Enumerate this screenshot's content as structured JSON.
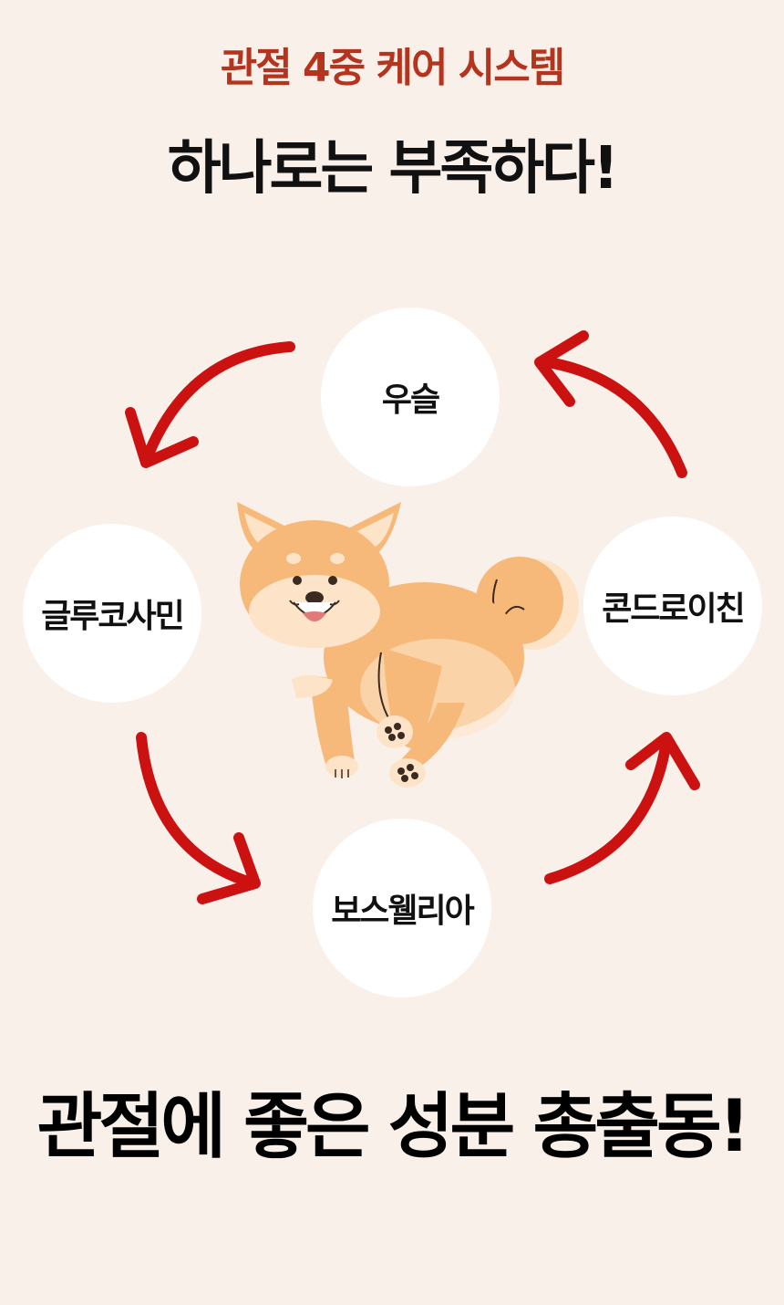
{
  "header": {
    "kicker": "관절 4중 케어 시스템",
    "headline": "하나로는 부족하다!"
  },
  "cycle": {
    "nodes": {
      "top": "우슬",
      "left": "글루코사민",
      "right": "콘드로이친",
      "bottom": "보스웰리아"
    },
    "arrow_color": "#cc1111",
    "node_color": "#ffffff"
  },
  "footer": {
    "title": "관절에 좋은 성분 총출동!"
  },
  "colors": {
    "background": "#faf0ea",
    "kicker": "#b5341e",
    "dog_fur": "#f6b97a",
    "dog_light": "#fde4c8"
  }
}
